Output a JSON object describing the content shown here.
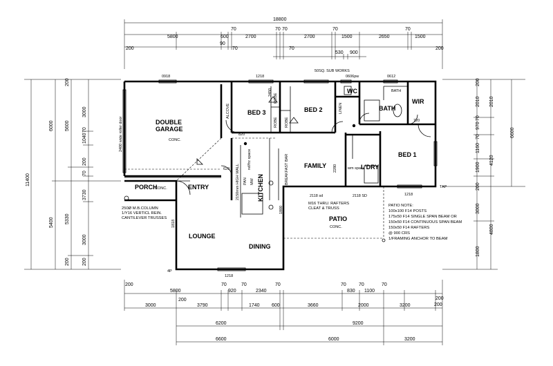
{
  "rooms": {
    "double_garage": "DOUBLE\nGARAGE",
    "garage_floor": "CONC.",
    "bed3": "BED 3",
    "bed2": "BED 2",
    "bed1": "BED 1",
    "wc": "WC",
    "bath": "BATH",
    "wir": "WIR",
    "family": "FAMILY",
    "ldry": "L'DRY",
    "kitchen": "KITCHEN",
    "porch": "PORCH",
    "porch_floor": "CONC.",
    "entry": "ENTRY",
    "lounge": "LOUNGE",
    "dining": "DINING",
    "patio": "PATIO",
    "patio_floor": "CONC.",
    "alcove": "ALCOVE",
    "robe_bed3": "ROBE",
    "robe_bed2a": "ROBE",
    "robe_bed2b": "ROBE",
    "linen": "LINEN",
    "bath_label_small": "BATH"
  },
  "small_labels": {
    "high_wall": "2150mm HIGH WALL",
    "breakfast_bar": "BREAKFAST BAR",
    "fridge": "ref/frz space",
    "wm_space": "wm space",
    "pan": "PAN",
    "mw": "MW",
    "window_left": "0918",
    "window_mid": "1218",
    "window_bath": "0612",
    "window_wc": "0606pw",
    "window_bed1": "1218",
    "window_dining": "1218",
    "garage_door_label": "2400 wide roller door",
    "rafters_note": "M16 THRU. RAFTERS\nCLEAT & TRUSS",
    "column_note": "250Ø M.B.COLUMN\n1/Y16 VERTICL REIN.\nCANTILEVER TRUSSES",
    "beam_2118a": "2118 sd",
    "beam_2118b": "2118 SD",
    "top_label": "50SQ. SUB WORKS",
    "door_820": "820",
    "door_720": "720",
    "door_620": "620",
    "dim_2280": "2280",
    "dim_2450": "2450",
    "dim_1818": "1818",
    "dim_1800": "1800",
    "tap_label": "TAP",
    "detail_4p": "4P"
  },
  "patio_note": [
    "PATIO NOTE:",
    "100x100 F14 POSTS",
    "175x50 F14 SINGLE SPAN BEAM OR",
    "150x50 F14 CONTINUOUS SPAN BEAM",
    "150x50 F14 RAFTERS",
    "@ 900 CRS",
    "1/FRAMING ANCHOR TO BEAM"
  ],
  "dims_top": {
    "overall": "18800",
    "row1": [
      "200",
      "5800",
      "90",
      "600",
      "70",
      "2700",
      "70",
      "70",
      "2700",
      "70",
      "1500",
      "2650",
      "70",
      "1500",
      "200"
    ],
    "row2": [
      "70",
      "70",
      "530",
      "900"
    ]
  },
  "dims_bottom": {
    "row1": [
      "200",
      "5800",
      "70",
      "920",
      "70",
      "2340",
      "70",
      "70",
      "830",
      "70",
      "1100",
      "70",
      "200"
    ],
    "row2": [
      "3000",
      "200",
      "3790",
      "1740",
      "600",
      "3660",
      "2000",
      "3200",
      "200"
    ],
    "row3": [
      "6200",
      "9200"
    ],
    "row4": [
      "6600",
      "6000",
      "3200"
    ]
  },
  "dims_left": {
    "overall": "11400",
    "col1": [
      "6000",
      "5400"
    ],
    "col2": [
      "5600",
      "5330",
      "200",
      "200"
    ],
    "col3": [
      "3000",
      "1040",
      "70",
      "70",
      "200",
      "3730",
      "3000",
      "200"
    ]
  },
  "dims_right": {
    "col1": [
      "200",
      "2010",
      "70",
      "970",
      "70",
      "1160",
      "1900",
      "200",
      "3000",
      "1800"
    ],
    "col2": [
      "2010",
      "4120",
      "4800"
    ],
    "col3": [
      "6600"
    ]
  }
}
